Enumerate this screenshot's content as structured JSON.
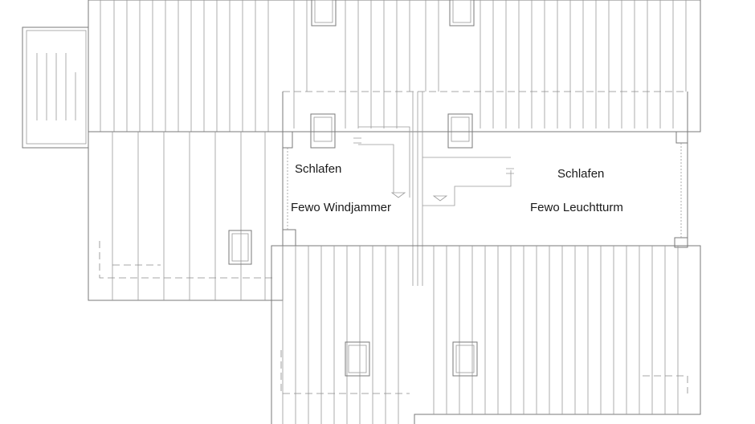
{
  "rooms": {
    "left": {
      "room_label": "Schlafen",
      "unit_label": "Fewo Windjammer"
    },
    "right": {
      "room_label": "Schlafen",
      "unit_label": "Fewo Leuchtturm"
    }
  }
}
